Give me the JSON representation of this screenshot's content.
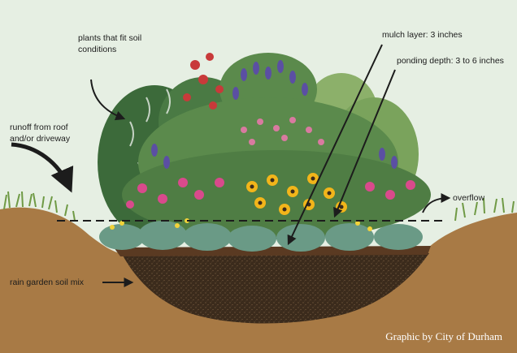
{
  "title": "",
  "colors": {
    "sky": "#e6efe3",
    "soil_mound": "#a87a45",
    "soil_mix": "#3b2b1c",
    "mulch": "#5a3a22",
    "foliage_dark": "#3c6a3a",
    "foliage_mid": "#5b8a4c",
    "foliage_light": "#8cb06a",
    "coneflower": "#d94a8c",
    "black_eyed_susan": "#f2b51a",
    "iris": "#5b4fa3",
    "red_flower": "#c83a3a",
    "grass": "#6f9a45",
    "text": "#1c1c1c",
    "credit_text": "#ffffff"
  },
  "labels": {
    "plants": "plants that fit soil conditions",
    "runoff": "runoff from roof and/or driveway",
    "mulch": "mulch layer: 3 inches",
    "ponding": "ponding depth: 3 to 6 inches",
    "overflow": "overflow",
    "soil_mix": "rain garden soil mix"
  },
  "credit": "Graphic by City of Durham"
}
